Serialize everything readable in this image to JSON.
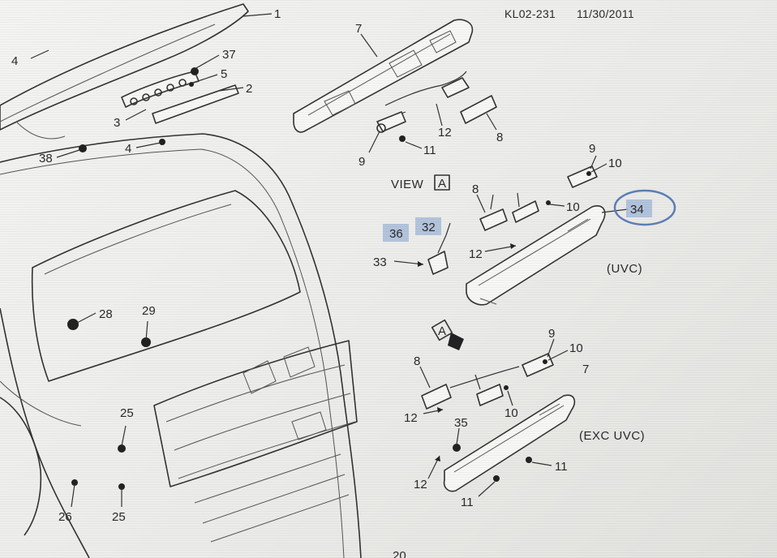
{
  "header": {
    "ref": "KL02-231",
    "date": "11/30/2011"
  },
  "labels": {
    "view_a": "VIEW",
    "view_a_box": "A",
    "uvc": "(UVC)",
    "exc_uvc": "(EXC UVC)",
    "arrow_a": "A"
  },
  "callouts": {
    "c1": "1",
    "c4a": "4",
    "c37": "37",
    "c5": "5",
    "c2": "2",
    "c3": "3",
    "c4b": "4",
    "c38": "38",
    "c7a": "7",
    "c12a": "12",
    "c8a": "8",
    "c9a": "9",
    "c11a": "11",
    "c9b": "9",
    "c10a": "10",
    "c8b": "8",
    "c10b": "10",
    "c34": "34",
    "c36": "36",
    "c32": "32",
    "c33": "33",
    "c12b": "12",
    "c28": "28",
    "c29": "29",
    "c9c": "9",
    "c10c": "10",
    "c8c": "8",
    "c7b": "7",
    "c12c": "12",
    "c10d": "10",
    "c35": "35",
    "c25a": "25",
    "c12d": "12",
    "c11b": "11",
    "c11c": "11",
    "c26": "26",
    "c25b": "25",
    "c20": "20"
  },
  "colors": {
    "highlight": "#9fb6d8",
    "circle": "#5b7fb8",
    "ink": "#2b2b2b"
  }
}
